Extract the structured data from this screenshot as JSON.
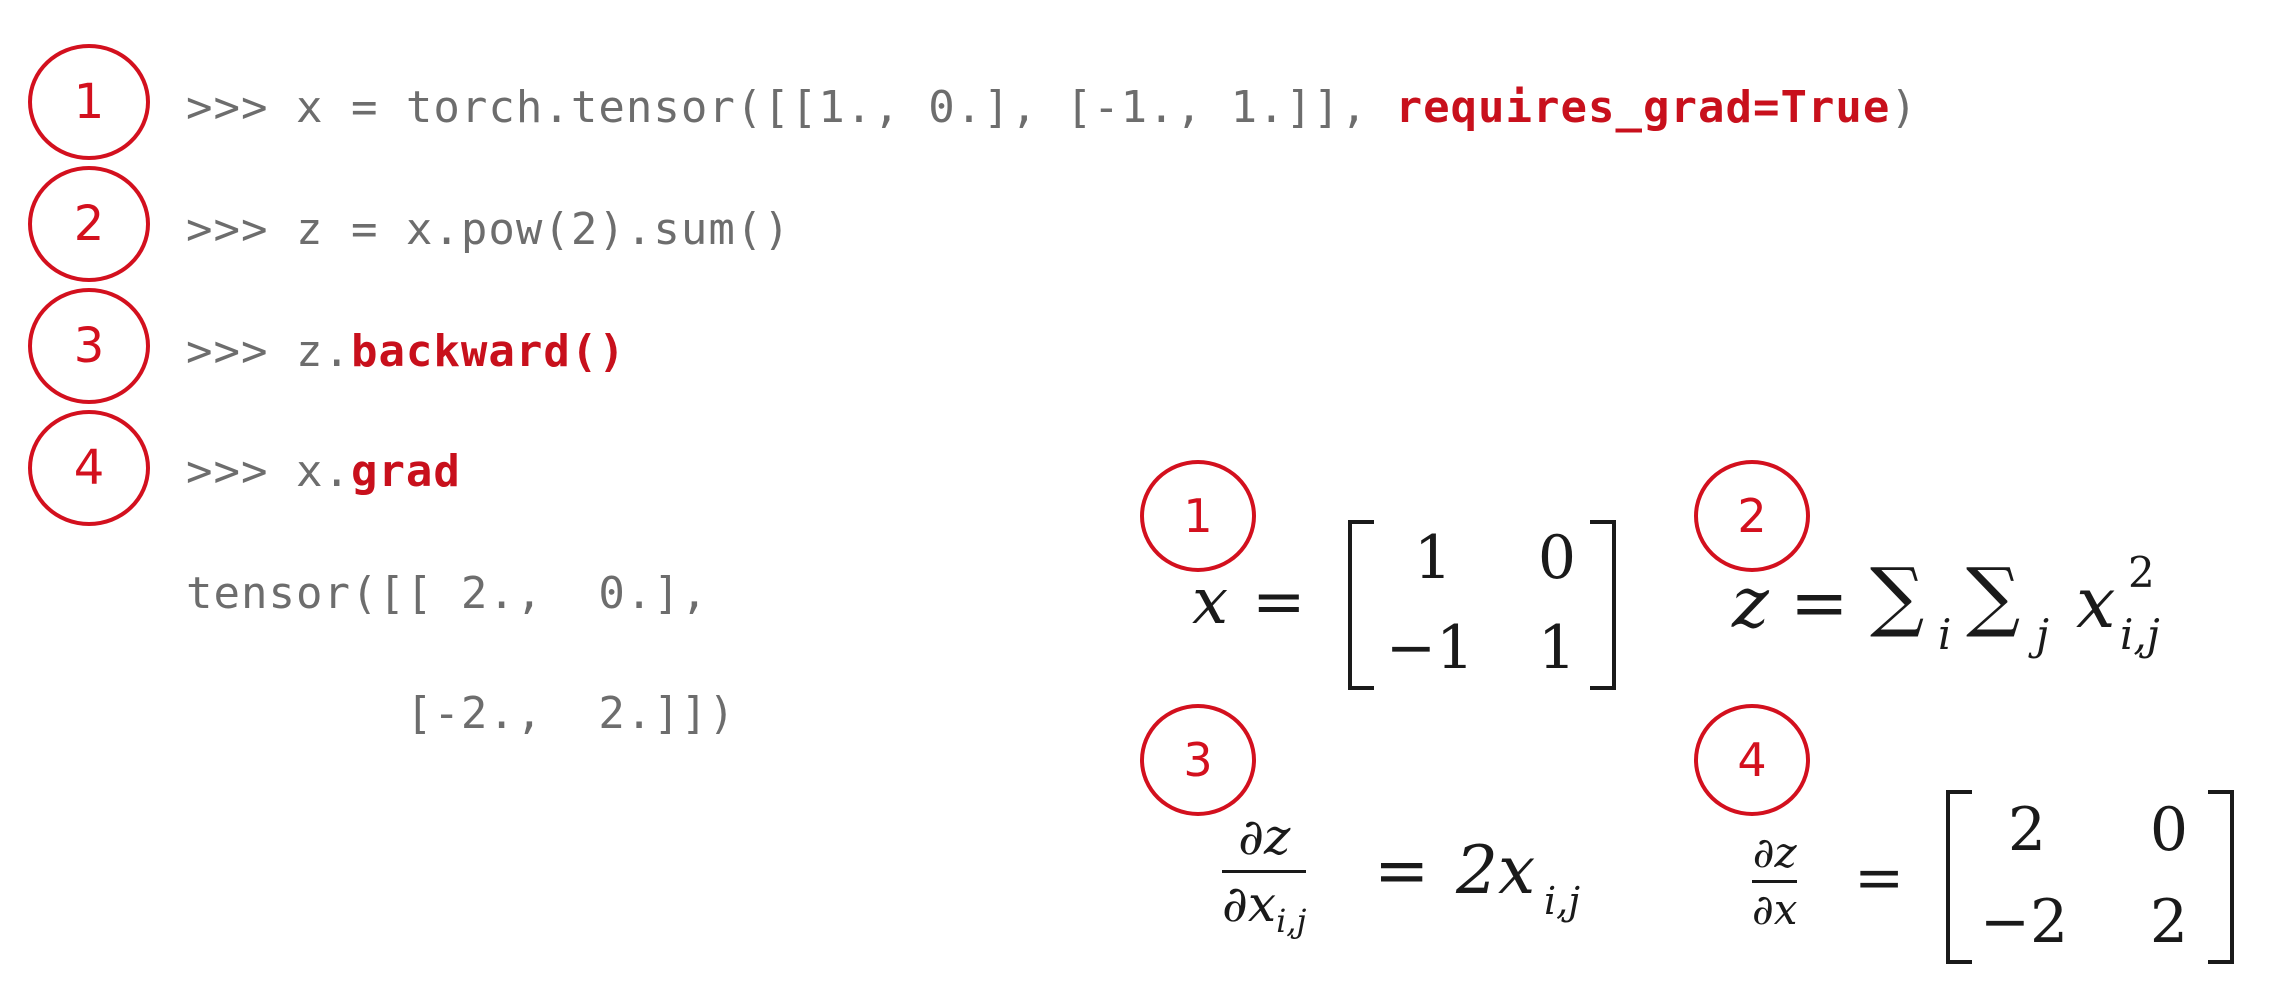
{
  "code": {
    "line1": {
      "prompt": ">>> ",
      "pre": "x = torch.tensor([[1., 0.], [-1., 1.]], ",
      "kw": "requires_grad=True",
      "post": ")"
    },
    "line2": {
      "prompt": ">>> ",
      "pre": "z = x.pow(2).sum()"
    },
    "line3": {
      "prompt": ">>> ",
      "pre": "z.",
      "kw": "backward()"
    },
    "line4": {
      "prompt": ">>> ",
      "pre": "x.",
      "kw": "grad"
    },
    "out1": "tensor([[ 2.,  0.],",
    "out2": "        [-2.,  2.]])"
  },
  "badges": [
    "1",
    "2",
    "3",
    "4"
  ],
  "math": {
    "eq1": {
      "lhs": "x",
      "eq": "=",
      "m": [
        "1",
        "0",
        "−1",
        "1"
      ]
    },
    "eq2": {
      "lhs": "z",
      "eq": "=",
      "sum": "∑",
      "i": "i",
      "j": "j",
      "x": "x",
      "sup": "2",
      "sub": "i,j"
    },
    "eq3": {
      "num": "∂z",
      "den": "∂x",
      "den_sub": "i,j",
      "eq": "=",
      "rhs": "2x",
      "rhs_sub": "i,j"
    },
    "eq4": {
      "num": "∂z",
      "den": "∂x",
      "eq": "=",
      "m": [
        "2",
        "0",
        "−2",
        "2"
      ]
    }
  },
  "colors": {
    "accent": "#d3101e",
    "code_gray": "#6d6d6d"
  }
}
